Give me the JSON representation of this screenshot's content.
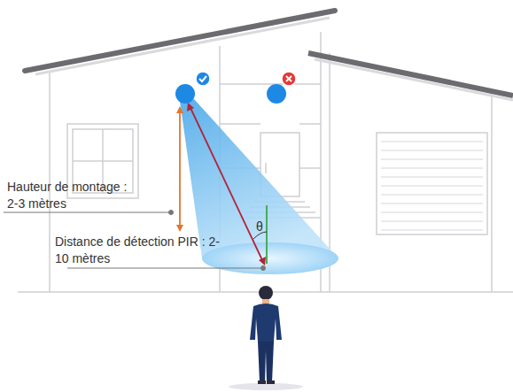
{
  "diagram": {
    "labels": [
      "Hauteur de montage : 2-3 mètres",
      "Distance de détection PIR : 2-10 mètres",
      "θ"
    ]
  }
}
